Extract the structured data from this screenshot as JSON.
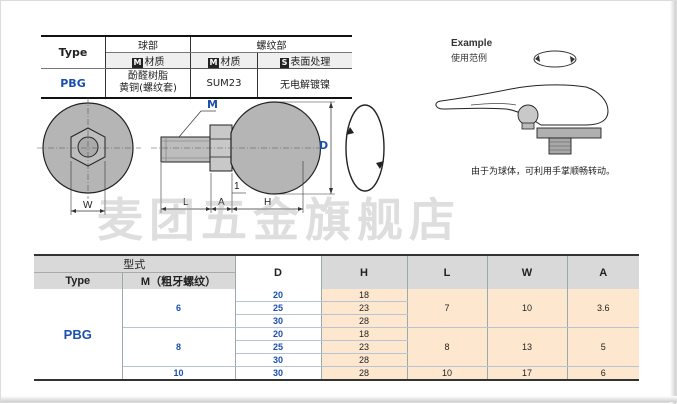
{
  "material_table": {
    "type_header": "Type",
    "ball_header": "球部",
    "thread_header": "螺纹部",
    "col1_tag": "M",
    "col1_label": "材质",
    "col2_tag": "M",
    "col2_label": "材质",
    "col3_tag": "S",
    "col3_label": "表面处理",
    "type_value": "PBG",
    "ball_material_line1": "酚醛树脂",
    "ball_material_line2": "黄铜(螺纹套)",
    "thread_material": "SUM23",
    "surface_treatment": "无电解镀镍"
  },
  "example": {
    "title": "Example",
    "subtitle": "使用范例",
    "note": "由于为球体，可利用手掌顺畅转动。"
  },
  "drawing": {
    "label_M": "M",
    "label_D": "D",
    "label_W": "W",
    "label_L": "L",
    "label_A": "A",
    "label_H": "H",
    "label_1": "1"
  },
  "watermark": "麦团五金旗舰店",
  "spec_table": {
    "header_group": "型式",
    "header_type": "Type",
    "header_m": "M（粗牙螺纹）",
    "header_d": "D",
    "header_h": "H",
    "header_l": "L",
    "header_w": "W",
    "header_a": "A",
    "type_value": "PBG",
    "groups": [
      {
        "m": "6",
        "l": "7",
        "w": "10",
        "a": "3.6",
        "rows": [
          {
            "d": "20",
            "h": "18"
          },
          {
            "d": "25",
            "h": "23"
          },
          {
            "d": "30",
            "h": "28"
          }
        ]
      },
      {
        "m": "8",
        "l": "8",
        "w": "13",
        "a": "5",
        "rows": [
          {
            "d": "20",
            "h": "18"
          },
          {
            "d": "25",
            "h": "23"
          },
          {
            "d": "30",
            "h": "28"
          }
        ]
      },
      {
        "m": "10",
        "l": "10",
        "w": "17",
        "a": "6",
        "rows": [
          {
            "d": "30",
            "h": "28"
          }
        ]
      }
    ]
  }
}
